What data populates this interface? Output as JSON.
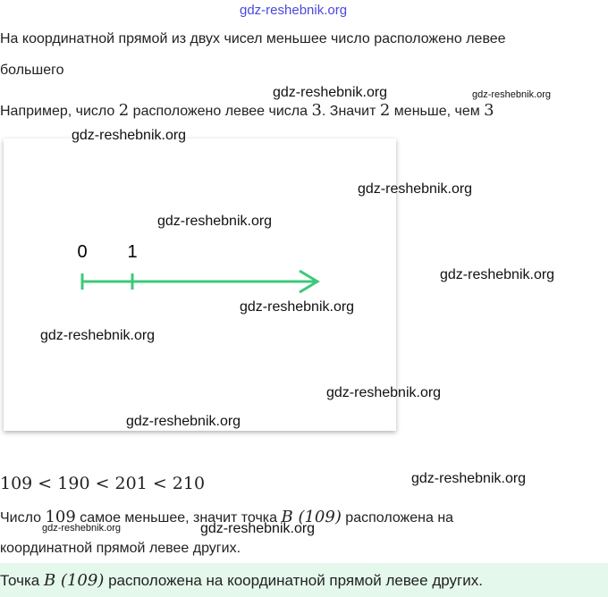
{
  "watermark": "gdz-reshebnik.org",
  "rule": {
    "line1": "На координатной прямой из двух чисел меньшее число расположено левее",
    "line2": "большего"
  },
  "example": {
    "p1": "Например, число ",
    "n1": "2",
    "p2": " расположено левее числа ",
    "n2": "3",
    "p3": ". Значит ",
    "n3": "2",
    "p4": " меньше, чем ",
    "n4": "3"
  },
  "number_line": {
    "label0": "0",
    "label1": "1",
    "color": "#3cc97a"
  },
  "inequality": "109 < 190 < 201 < 210",
  "explanation": {
    "p1": "Число ",
    "n1": "109",
    "p2": " самое меньшее, значит точка ",
    "pt": "B (109)",
    "p3": " расположена на",
    "line2": "координатной прямой левее других."
  },
  "answer": {
    "p1": "Точка ",
    "pt": "B (109)",
    "p2": " расположена на координатной прямой левее других.",
    "bg": "#e5f8ec"
  }
}
